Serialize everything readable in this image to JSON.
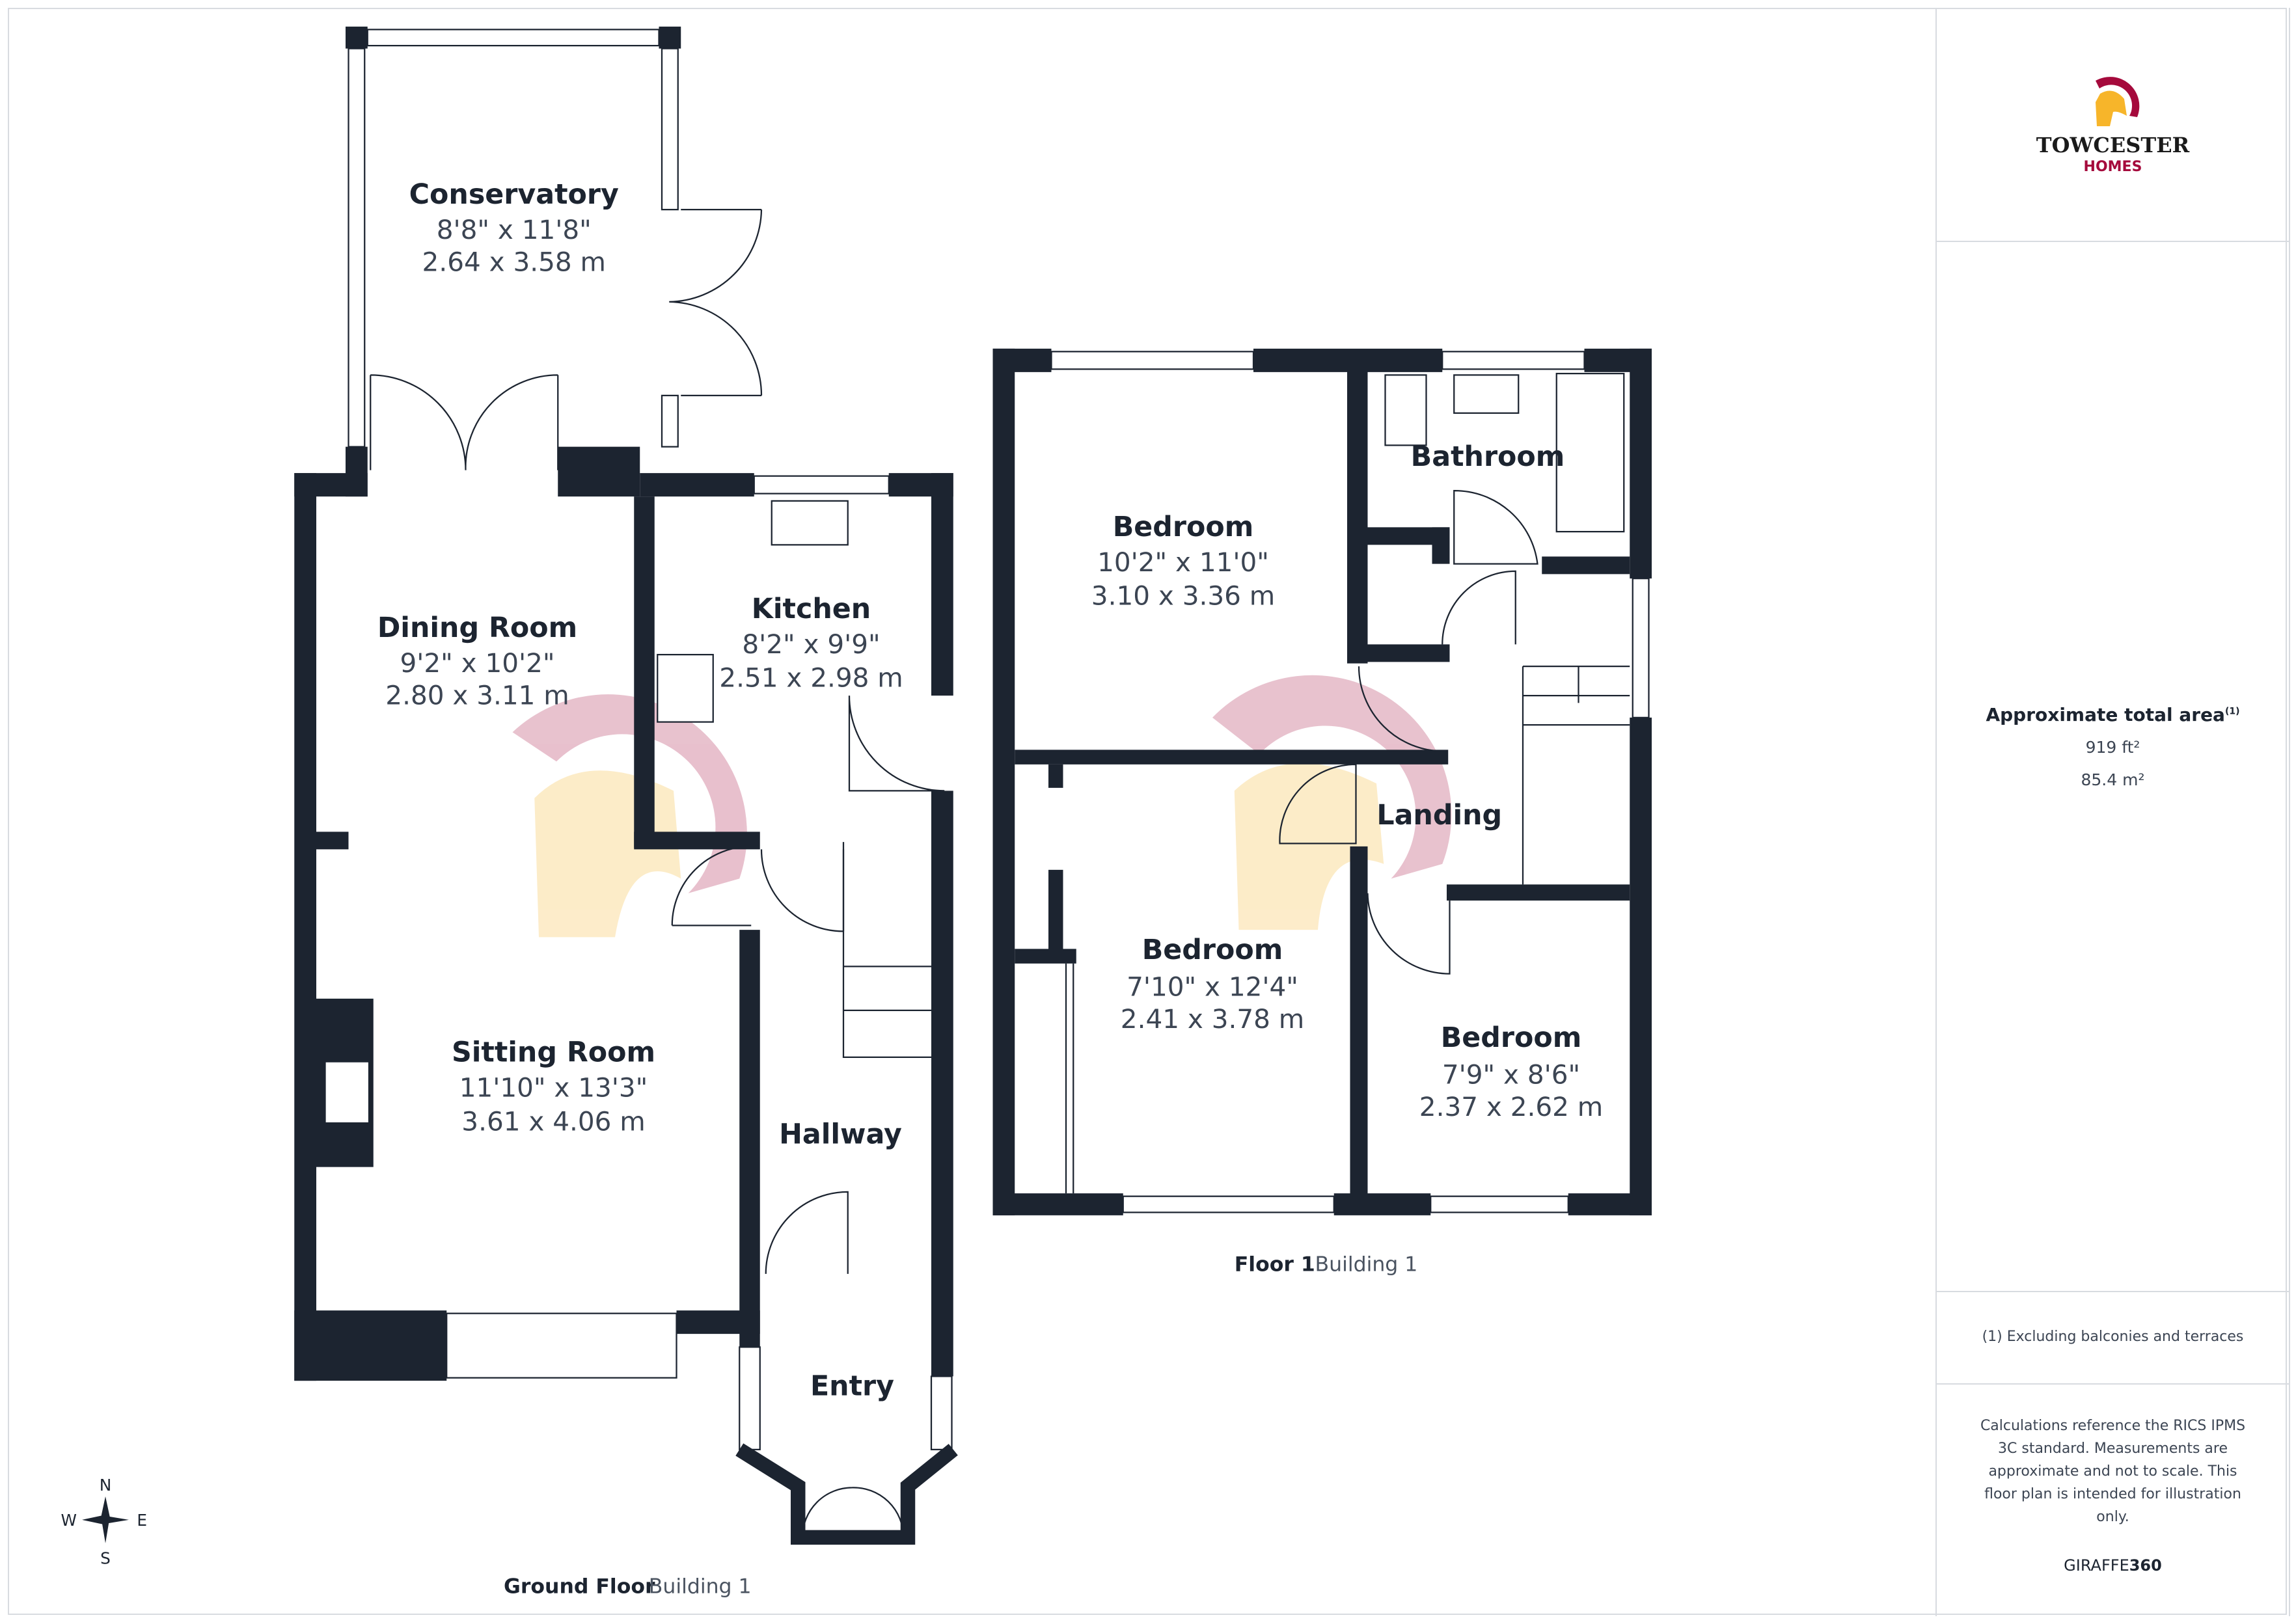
{
  "brand": {
    "name": "TOWCESTER",
    "sub": "HOMES",
    "colors": {
      "crest": "#a50a3c",
      "helmet": "#f7b52a"
    }
  },
  "area": {
    "title": "Approximate total area",
    "note_mark": "(1)",
    "ft2": "919 ft²",
    "m2": "85.4 m²"
  },
  "footnote": "(1) Excluding balconies and terraces",
  "disclaimer": "Calculations reference the RICS IPMS 3C standard. Measurements are approximate and not to scale. This floor plan is intended for illustration only.",
  "credit": {
    "a": "GIRAFFE",
    "b": "360"
  },
  "compass": {
    "n": "N",
    "s": "S",
    "e": "E",
    "w": "W"
  },
  "ground": {
    "label": "Ground Floor",
    "building": "Building 1",
    "rooms": [
      {
        "name": "Conservatory",
        "imp": "8'8\" x 11'8\"",
        "met": "2.64 x 3.58 m"
      },
      {
        "name": "Dining Room",
        "imp": "9'2\" x 10'2\"",
        "met": "2.80 x 3.11 m"
      },
      {
        "name": "Kitchen",
        "imp": "8'2\" x 9'9\"",
        "met": "2.51 x 2.98 m"
      },
      {
        "name": "Sitting Room",
        "imp": "11'10\" x 13'3\"",
        "met": "3.61 x 4.06 m"
      },
      {
        "name": "Hallway"
      },
      {
        "name": "Entry"
      }
    ]
  },
  "first": {
    "label": "Floor 1",
    "building": "Building 1",
    "rooms": [
      {
        "name": "Bedroom",
        "imp": "10'2\" x 11'0\"",
        "met": "3.10 x 3.36 m"
      },
      {
        "name": "Bathroom"
      },
      {
        "name": "Bedroom",
        "imp": "7'10\" x 12'4\"",
        "met": "2.41 x 3.78 m"
      },
      {
        "name": "Landing"
      },
      {
        "name": "Bedroom",
        "imp": "7'9\" x 8'6\"",
        "met": "2.37 x 2.62 m"
      }
    ]
  }
}
